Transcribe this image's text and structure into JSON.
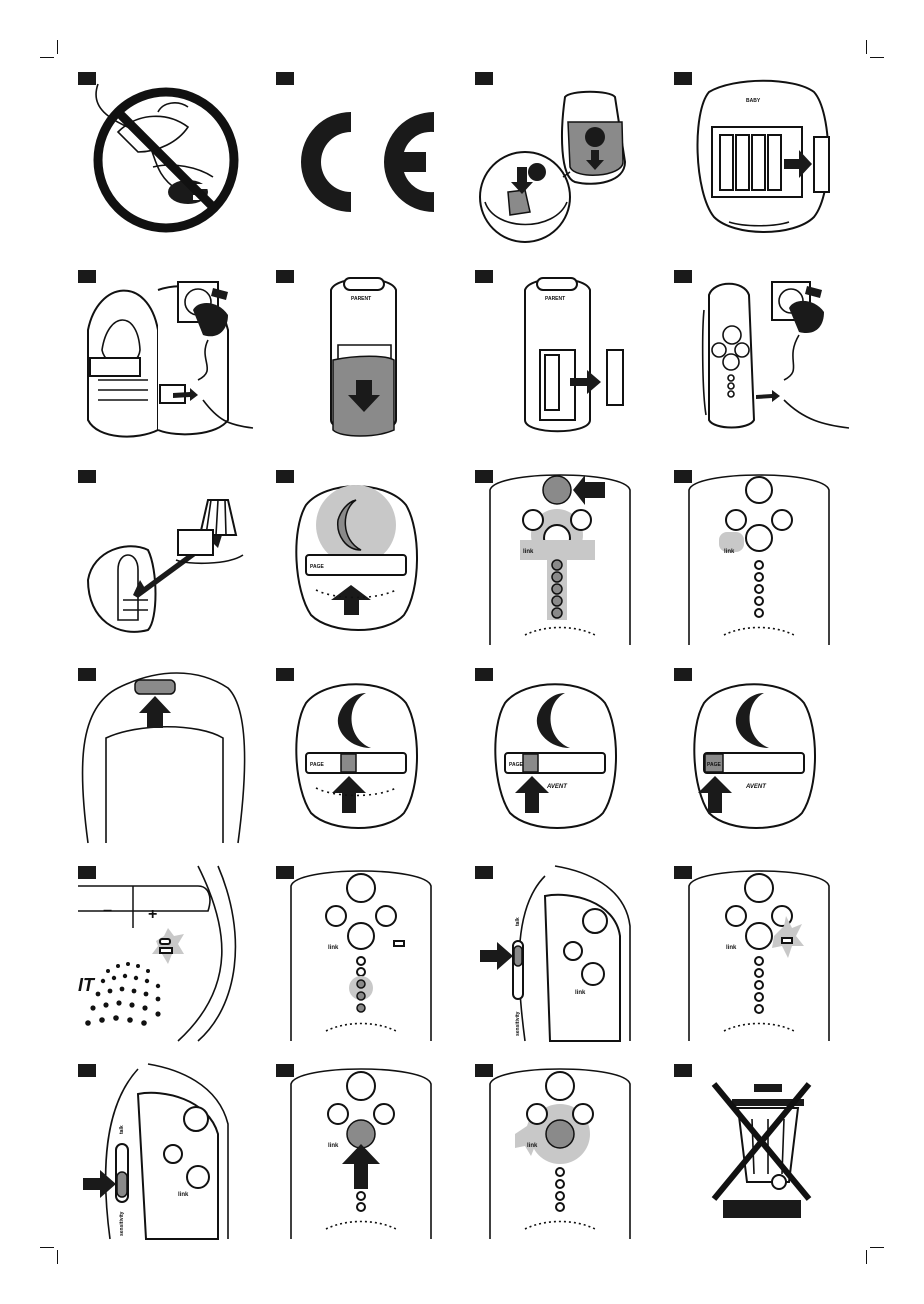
{
  "page": {
    "title": ""
  },
  "labels": {
    "baby": "BABY",
    "parent": "PARENT",
    "page": "PAGE",
    "link": "link",
    "talk": "talk",
    "sensitivity": "sensitivity",
    "brand": "AVENT",
    "plus": "+",
    "minus": "−"
  },
  "panels": [
    {
      "id": 1,
      "icon": "no-cable-strangulation-icon"
    },
    {
      "id": 2,
      "icon": "ce-mark-icon"
    },
    {
      "id": 3,
      "icon": "open-battery-compartment-icon"
    },
    {
      "id": 4,
      "icon": "insert-batteries-baby-unit-icon"
    },
    {
      "id": 5,
      "icon": "plug-adapter-baby-unit-icon"
    },
    {
      "id": 6,
      "icon": "remove-parent-cover-icon"
    },
    {
      "id": 7,
      "icon": "insert-battery-parent-unit-icon"
    },
    {
      "id": 8,
      "icon": "plug-adapter-parent-unit-icon"
    },
    {
      "id": 9,
      "icon": "place-baby-unit-distance-icon"
    },
    {
      "id": 10,
      "icon": "press-power-baby-unit-icon"
    },
    {
      "id": 11,
      "icon": "press-power-parent-unit-icon"
    },
    {
      "id": 12,
      "icon": "link-light-icon"
    },
    {
      "id": 13,
      "icon": "night-light-button-icon"
    },
    {
      "id": 14,
      "icon": "lullaby-button-icon"
    },
    {
      "id": 15,
      "icon": "play-button-icon"
    },
    {
      "id": 16,
      "icon": "page-button-icon"
    },
    {
      "id": 17,
      "icon": "battery-light-baby-icon"
    },
    {
      "id": 18,
      "icon": "sound-level-lights-icon"
    },
    {
      "id": 19,
      "icon": "talk-button-icon"
    },
    {
      "id": 20,
      "icon": "battery-light-parent-icon"
    },
    {
      "id": 21,
      "icon": "sensitivity-switch-icon"
    },
    {
      "id": 22,
      "icon": "press-link-button-icon"
    },
    {
      "id": 23,
      "icon": "link-out-of-range-icon"
    },
    {
      "id": 24,
      "icon": "weee-crossed-bin-icon"
    }
  ]
}
